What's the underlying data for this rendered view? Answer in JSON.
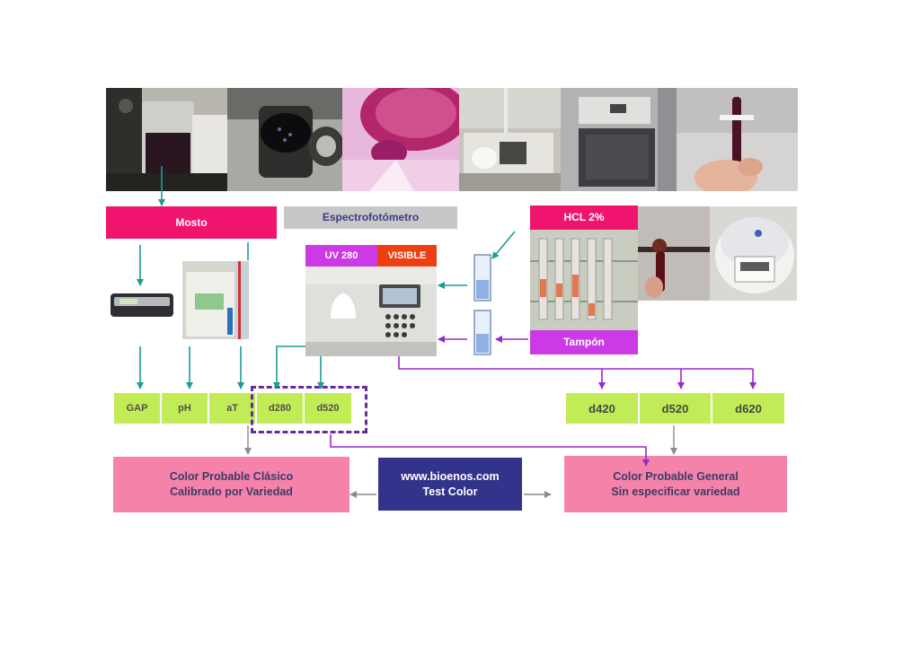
{
  "title_boxes": {
    "mosto": "Mosto",
    "espectrofotometro": "Espectrofotómetro",
    "hcl": "HCL 2%",
    "uv280": "UV 280",
    "visible": "VISIBLE",
    "tampon": "Tampón"
  },
  "left_cells": [
    "GAP",
    "pH",
    "aT",
    "d280",
    "d520"
  ],
  "right_cells": [
    "d420",
    "d520",
    "d620"
  ],
  "results": {
    "left": {
      "line1": "Color Probable Clásico",
      "line2": "Calibrado por Variedad"
    },
    "center": {
      "line1": "www.bioenos.com",
      "line2": "Test Color"
    },
    "right": {
      "line1": "Color Probable General",
      "line2": "Sin especificar variedad"
    }
  },
  "colors": {
    "arrow_teal": "#1a9c98",
    "arrow_purple": "#9a2ad0",
    "arrow_gray": "#8c8c8c",
    "cell_green": "#c2ec55",
    "magenta": "#f0146f",
    "pink": "#f582a9",
    "navy": "#33338c"
  }
}
